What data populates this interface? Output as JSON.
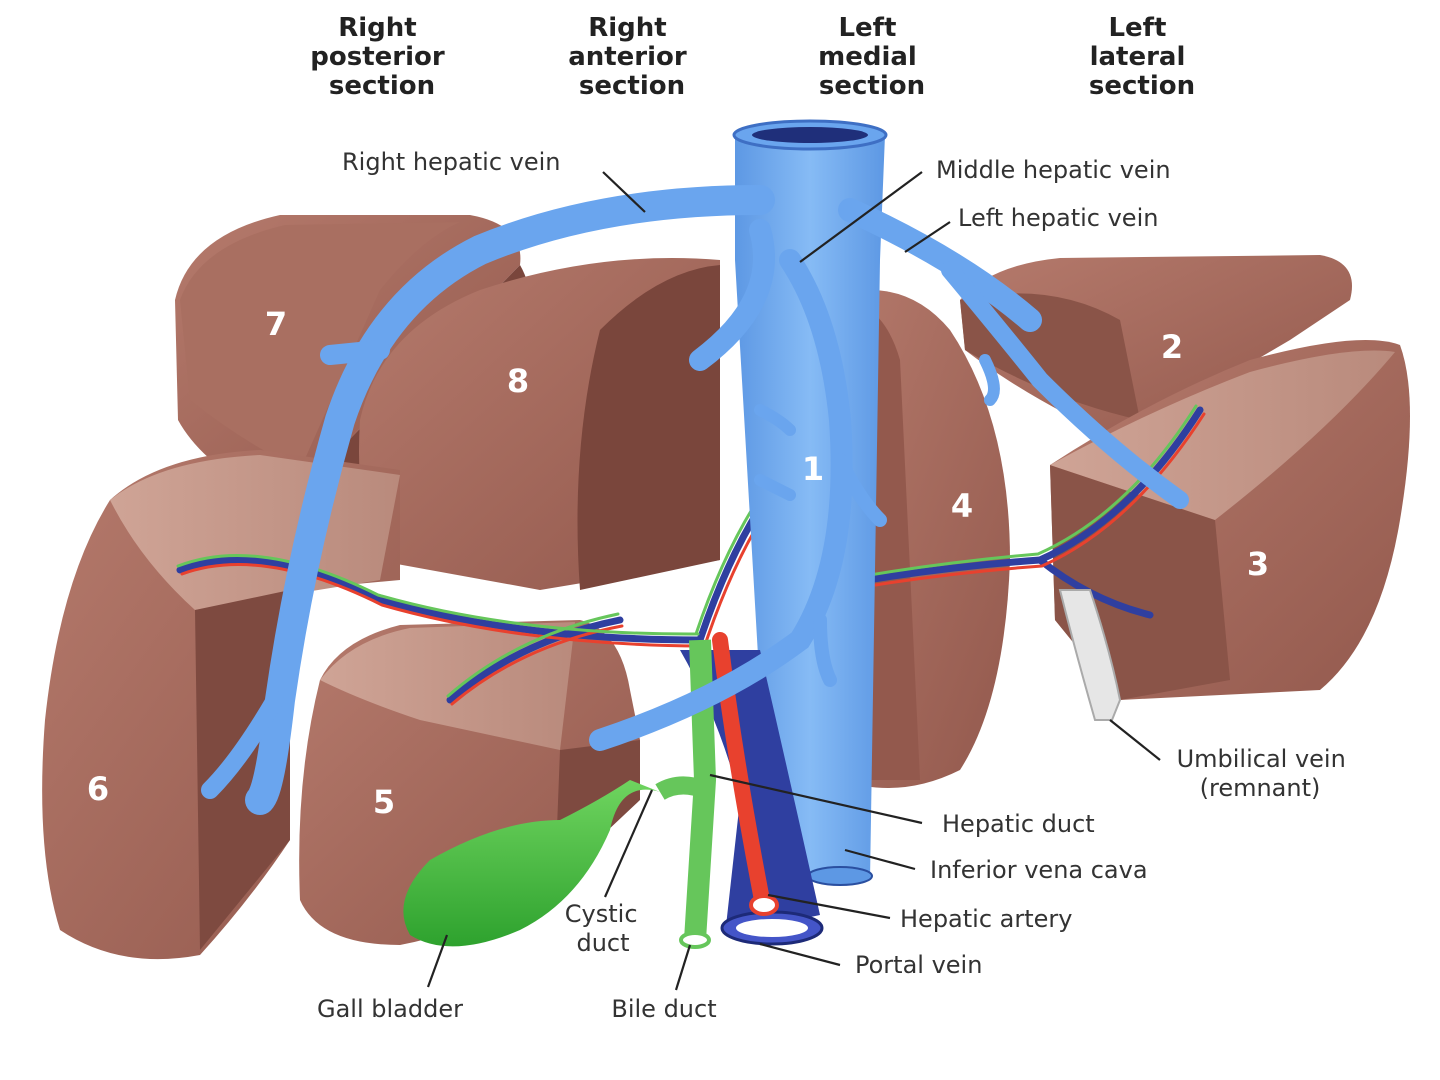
{
  "sections": {
    "right_posterior": [
      "Right",
      "posterior",
      "section"
    ],
    "right_anterior": [
      "Right",
      "anterior",
      "section"
    ],
    "left_medial": [
      "Left",
      "medial",
      "section"
    ],
    "left_lateral": [
      "Left",
      "lateral",
      "section"
    ]
  },
  "segments": [
    "1",
    "2",
    "3",
    "4",
    "5",
    "6",
    "7",
    "8"
  ],
  "labels": {
    "right_hepatic_vein": "Right hepatic vein",
    "middle_hepatic_vein": "Middle hepatic vein",
    "left_hepatic_vein": "Left hepatic vein",
    "umbilical_vein": [
      "Umbilical vein",
      "(remnant)"
    ],
    "hepatic_duct": "Hepatic duct",
    "inferior_vena_cava": "Inferior vena cava",
    "hepatic_artery": "Hepatic artery",
    "portal_vein": "Portal vein",
    "cystic_duct": [
      "Cystic",
      "duct"
    ],
    "gall_bladder": "Gall bladder",
    "bile_duct": "Bile duct"
  },
  "colors": {
    "liver": "#a0665a",
    "liver_dark": "#7e4a40",
    "liver_light": "#c79a8c",
    "hepatic_veins": "#6aa5ee",
    "portal_vein": "#2f3fa0",
    "hepatic_artery": "#e8412e",
    "bile_duct": "#66c65b",
    "gall_bladder": "#3cb83c",
    "umbilical_remnant": "#e6e6e6"
  }
}
